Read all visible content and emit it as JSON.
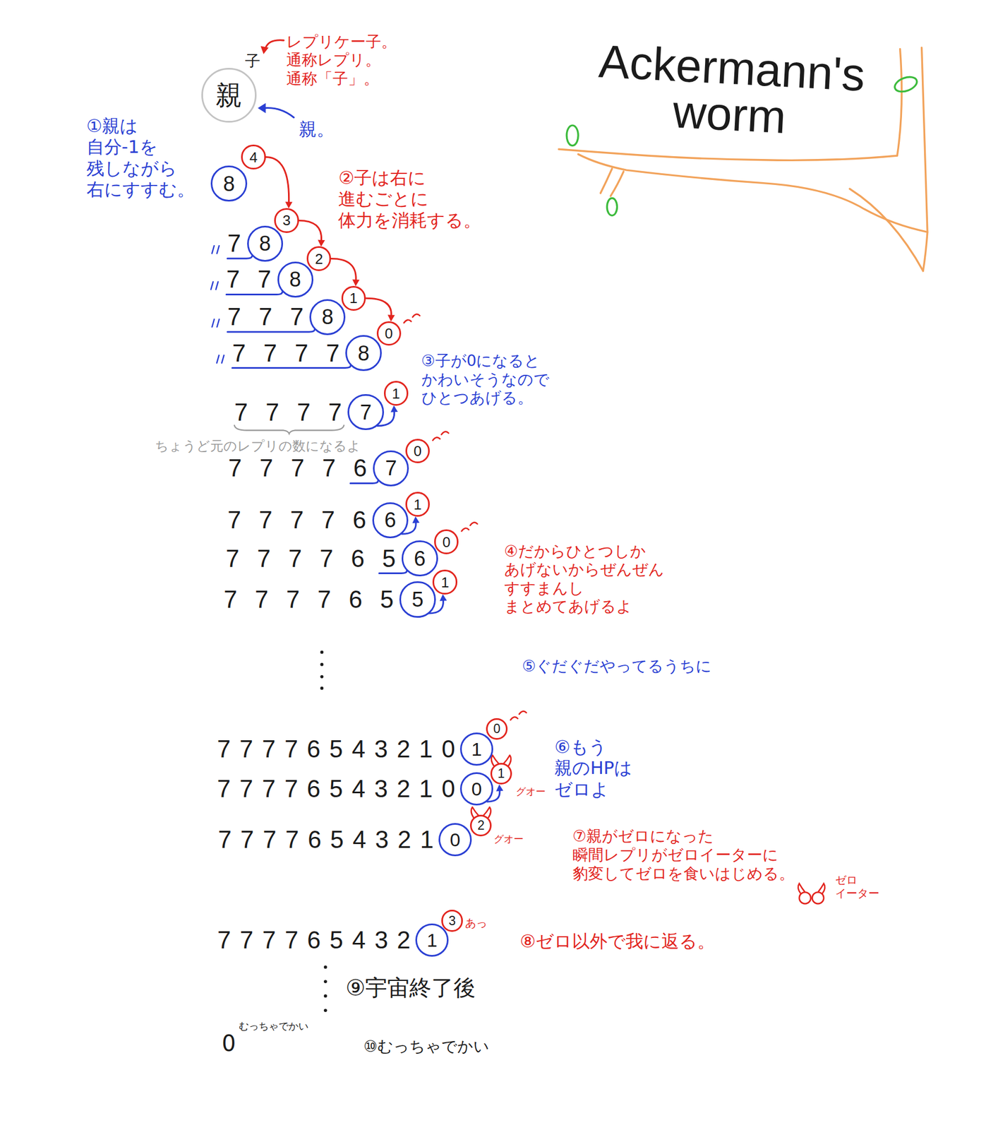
{
  "diagram": {
    "title": "Ackermann's worm",
    "nodes": [
      {
        "text": [
          "親"
        ]
      },
      {
        "text": [
          "8"
        ]
      },
      {
        "text": [
          "4"
        ]
      },
      {
        "text": [
          "8"
        ]
      },
      {
        "text": [
          "3"
        ]
      },
      {
        "text": [
          "8"
        ]
      },
      {
        "text": [
          "2"
        ]
      },
      {
        "text": [
          "8"
        ]
      },
      {
        "text": [
          "1"
        ]
      },
      {
        "text": [
          "8"
        ]
      },
      {
        "text": [
          "0"
        ]
      },
      {
        "text": [
          "7"
        ]
      },
      {
        "text": [
          "1"
        ]
      },
      {
        "text": [
          "7"
        ]
      },
      {
        "text": [
          "0"
        ]
      },
      {
        "text": [
          "6"
        ]
      },
      {
        "text": [
          "1"
        ]
      },
      {
        "text": [
          "6"
        ]
      },
      {
        "text": [
          "0"
        ]
      },
      {
        "text": [
          "5"
        ]
      },
      {
        "text": [
          "1"
        ]
      },
      {
        "text": [
          "1"
        ]
      },
      {
        "text": [
          "0"
        ]
      },
      {
        "text": [
          "0"
        ]
      },
      {
        "text": [
          "1"
        ]
      },
      {
        "text": [
          "0"
        ]
      },
      {
        "text": [
          "2"
        ]
      },
      {
        "text": [
          "1"
        ]
      },
      {
        "text": [
          "3"
        ]
      }
    ],
    "edges": [
      {
        "from": 2,
        "to": 4,
        "arrow": "to"
      },
      {
        "from": 4,
        "to": 6,
        "arrow": "to"
      },
      {
        "from": 6,
        "to": 8,
        "arrow": "to"
      },
      {
        "from": 8,
        "to": 10,
        "arrow": "to"
      },
      {
        "from": 11,
        "to": 12,
        "arrow": "to"
      },
      {
        "from": 15,
        "to": 16,
        "arrow": "to"
      },
      {
        "from": 19,
        "to": 20,
        "arrow": "to"
      },
      {
        "from": 23,
        "to": 24,
        "arrow": "to"
      }
    ],
    "labels": [
      "子",
      "レプリケー子。 通称レプリ。 通称「子」。",
      "親。",
      "①親は 自分-1を 残しながら 右にすすむ。",
      "②子は右に 進むごとに 体力を消耗する。",
      "7",
      "7 7",
      "7 7 7",
      "7 7 7 7",
      "③子が0になると かわいそうなので ひとつあげる。",
      "7 7 7 7",
      "ちょうど元のレプリの数になるよ",
      "7 7 7 7 6",
      "7 7 7 7 6",
      "7 7 7 7 6 5",
      "④だからひとつしか あげないからぜんぜん すすまんし まとめてあげるよ",
      "7 7 7 7 6 5",
      "⑤ぐだぐだやってるうちに",
      "7 7 7 7 6 5 4 3 2 1 0",
      "⑥もう 親のHPは ゼロよ",
      "7 7 7 7 6 5 4 3 2 1 0",
      "グオー",
      "7 7 7 7 6 5 4 3 2 1",
      "グオー",
      "⑦親がゼロになった 瞬間レプリがゼロイーターに 豹変してゼロを食いはじめる。",
      "ゼロ イーター",
      "7 7 7 7 6 5 4 3 2",
      "あっ",
      "⑧ゼロ以外で我に返る。",
      "⑨宇宙終了後",
      "0",
      "むっちゃでかい",
      "⑩むっちゃでかい"
    ]
  }
}
